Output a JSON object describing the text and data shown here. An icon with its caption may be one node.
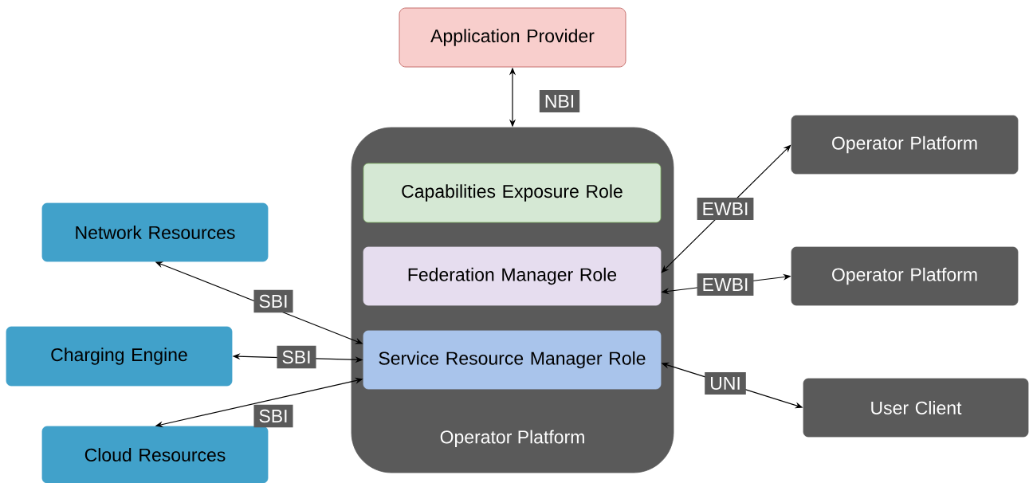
{
  "diagram": {
    "nodes": [
      {
        "text": [
          "Application Provider"
        ]
      },
      {
        "text": [
          "Operator Platform"
        ]
      },
      {
        "text": [
          "Capabilities Exposure Role"
        ],
        "in": 1
      },
      {
        "text": [
          "Federation Manager Role"
        ],
        "in": 1
      },
      {
        "text": [
          "Service Resource Manager Role"
        ],
        "in": 1
      },
      {
        "text": [
          "Operator Platform"
        ]
      },
      {
        "text": [
          "Operator Platform"
        ]
      },
      {
        "text": [
          "User Client"
        ]
      },
      {
        "text": [
          "Network Resources"
        ]
      },
      {
        "text": [
          "Charging Engine"
        ]
      },
      {
        "text": [
          "Cloud Resources"
        ]
      }
    ],
    "edges": [
      {
        "from": 0,
        "to": 1,
        "arrow": "both",
        "label": "NBI"
      },
      {
        "from": 3,
        "to": 5,
        "arrow": "both",
        "label": "EWBI"
      },
      {
        "from": 3,
        "to": 6,
        "arrow": "both",
        "label": "EWBI"
      },
      {
        "from": 4,
        "to": 7,
        "arrow": "both",
        "label": "UNI"
      },
      {
        "from": 8,
        "to": 4,
        "arrow": "both",
        "label": "SBI"
      },
      {
        "from": 9,
        "to": 4,
        "arrow": "both",
        "label": "SBI"
      },
      {
        "from": 10,
        "to": 4,
        "arrow": "both",
        "label": "SBI"
      }
    ]
  }
}
